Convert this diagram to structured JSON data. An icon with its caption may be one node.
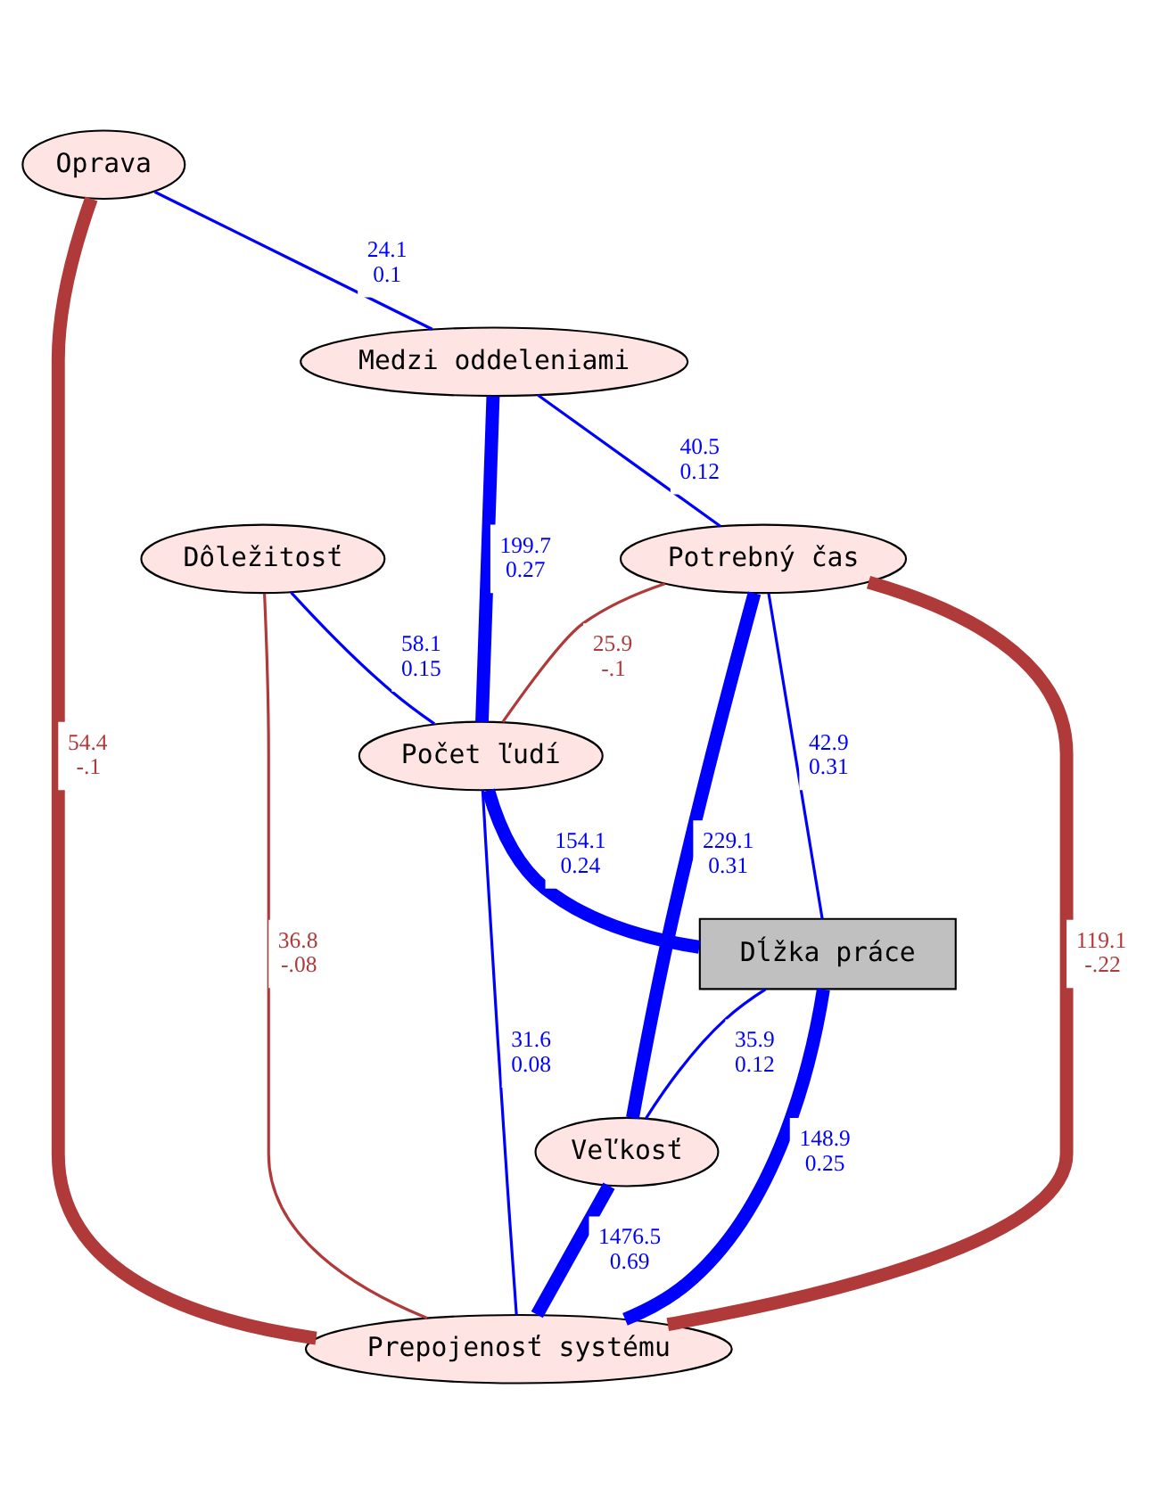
{
  "diagram": {
    "nodes": [
      {
        "text": [
          "Oprava"
        ]
      },
      {
        "text": [
          "Medzi oddeleniami"
        ]
      },
      {
        "text": [
          "Potrebný čas"
        ]
      },
      {
        "text": [
          "Dôležitosť"
        ]
      },
      {
        "text": [
          "Počet ľudí"
        ]
      },
      {
        "text": [
          "Dĺžka práce"
        ]
      },
      {
        "text": [
          "Veľkosť"
        ]
      },
      {
        "text": [
          "Prepojenosť systému"
        ]
      }
    ],
    "edges": [
      {
        "from": 0,
        "to": 1,
        "arrow": "none",
        "label": "24.1 0.1"
      },
      {
        "from": 1,
        "to": 2,
        "arrow": "none",
        "label": "40.5 0.12"
      },
      {
        "from": 1,
        "to": 4,
        "arrow": "none",
        "label": "199.7 0.27",
        "style": "thick"
      },
      {
        "from": 3,
        "to": 4,
        "arrow": "none",
        "label": "58.1 0.15"
      },
      {
        "from": 2,
        "to": 4,
        "arrow": "none",
        "label": "25.9 -.1",
        "color": "#b03a3a"
      },
      {
        "from": 2,
        "to": 5,
        "arrow": "none",
        "label": "42.9 0.31"
      },
      {
        "from": 2,
        "to": 6,
        "arrow": "none",
        "label": "229.1 0.31",
        "style": "thick"
      },
      {
        "from": 2,
        "to": 7,
        "arrow": "none",
        "label": "119.1 -.22",
        "style": "thick",
        "color": "#b03a3a"
      },
      {
        "from": 4,
        "to": 5,
        "arrow": "none",
        "label": "154.1 0.24",
        "style": "thick"
      },
      {
        "from": 5,
        "to": 7,
        "arrow": "none",
        "label": "148.9 0.25",
        "style": "thick"
      },
      {
        "from": 5,
        "to": 6,
        "arrow": "none",
        "label": "35.9 0.12"
      },
      {
        "from": 4,
        "to": 7,
        "arrow": "none",
        "label": "31.6 0.08"
      },
      {
        "from": 6,
        "to": 7,
        "arrow": "none",
        "label": "1476.5 0.69",
        "style": "thick"
      },
      {
        "from": 0,
        "to": 7,
        "arrow": "none",
        "label": "54.4 -.1",
        "style": "thick",
        "color": "#b03a3a"
      },
      {
        "from": 3,
        "to": 7,
        "arrow": "none",
        "label": "36.8 -.08",
        "color": "#b03a3a"
      }
    ]
  }
}
